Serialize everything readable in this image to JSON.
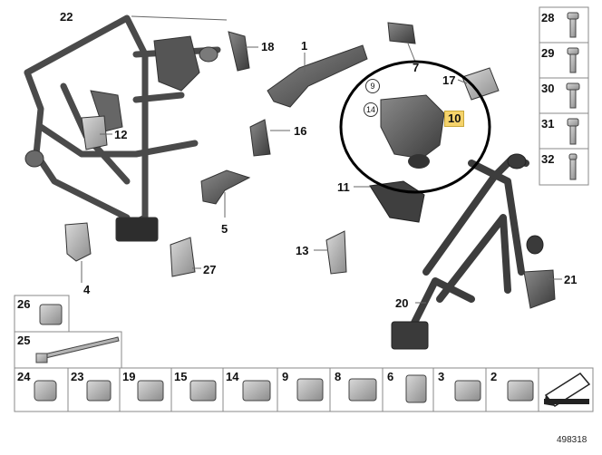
{
  "diagram": {
    "callouts": [
      {
        "id": "22",
        "label": "22"
      },
      {
        "id": "18",
        "label": "18"
      },
      {
        "id": "1",
        "label": "1"
      },
      {
        "id": "7",
        "label": "7"
      },
      {
        "id": "17",
        "label": "17"
      },
      {
        "id": "12",
        "label": "12"
      },
      {
        "id": "16",
        "label": "16"
      },
      {
        "id": "11",
        "label": "11"
      },
      {
        "id": "5",
        "label": "5"
      },
      {
        "id": "27",
        "label": "27"
      },
      {
        "id": "4",
        "label": "4"
      },
      {
        "id": "13",
        "label": "13"
      },
      {
        "id": "20",
        "label": "20"
      },
      {
        "id": "21",
        "label": "21"
      },
      {
        "id": "10",
        "label": "10"
      }
    ],
    "circled_refs": [
      {
        "id": "c9",
        "label": "9"
      },
      {
        "id": "c14",
        "label": "14"
      }
    ],
    "highlight_color": "#f5d36b",
    "fastener_column": [
      "28",
      "29",
      "30",
      "31",
      "32"
    ],
    "small_parts_left": [
      "26",
      "25"
    ],
    "bottom_row": [
      "24",
      "23",
      "19",
      "15",
      "14",
      "9",
      "8",
      "6",
      "3",
      "2"
    ],
    "diagram_number": "498318"
  }
}
